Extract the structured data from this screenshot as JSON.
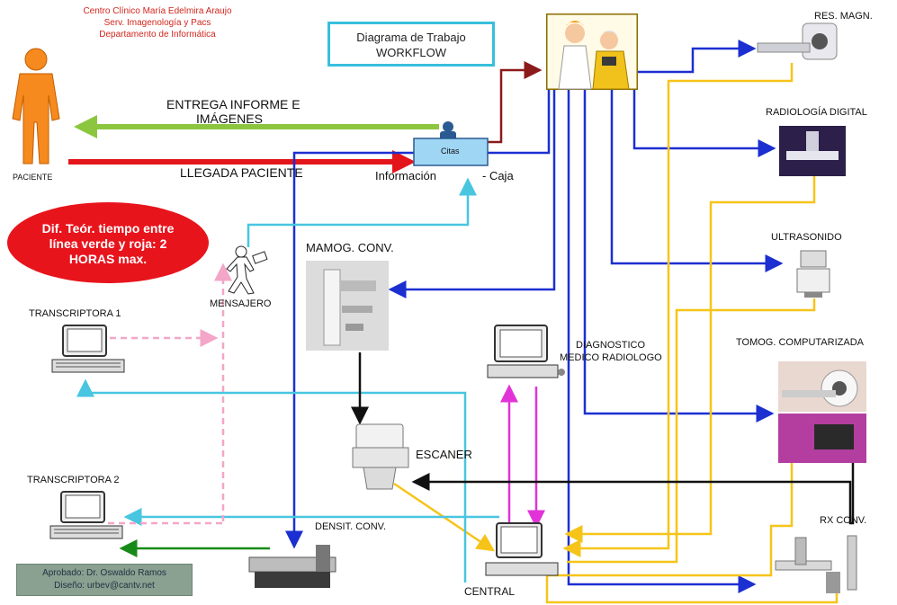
{
  "header": {
    "lines": [
      "Centro Clínico María Edelmira Araujo",
      "Serv. Imagenología y Pacs",
      "Departamento de Informática"
    ]
  },
  "title_box": {
    "line1": "Diagrama de Trabajo",
    "line2": "WORKFLOW"
  },
  "patient": {
    "label": "PACIENTE"
  },
  "arrows": {
    "green_line1": "ENTREGA INFORME E",
    "green_line2": "IMÁGENES",
    "red": "LLEGADA PACIENTE"
  },
  "reception": {
    "desk_label": "Citas",
    "label_left": "Información",
    "label_right": "- Caja"
  },
  "note": {
    "line1": "Dif. Teór. tiempo entre",
    "line2": "línea verde y roja: 2",
    "line3": "HORAS max."
  },
  "nodes": {
    "messenger": "MENSAJERO",
    "transcriptora1": "TRANSCRIPTORA 1",
    "transcriptora2": "TRANSCRIPTORA 2",
    "mamog": "MAMOG. CONV.",
    "scanner": "ESCANER",
    "densit": "DENSIT. CONV.",
    "diag_line1": "DIAGNOSTICO",
    "diag_line2": "MEDICO RADIOLOGO",
    "central": "CENTRAL",
    "res_magn": "RES. MAGN.",
    "rad_digital": "RADIOLOGÍA DIGITAL",
    "ultrasonido": "ULTRASONIDO",
    "tomog": "TOMOG. COMPUTARIZADA",
    "rx_conv": "RX CONV."
  },
  "credit": {
    "line1": "Aprobado: Dr. Oswaldo Ramos",
    "line2": "Diseño: urbev@cantv.net"
  },
  "colors": {
    "green": "#8cc63f",
    "red": "#e3151a",
    "blue": "#1c2fd1",
    "yellow": "#f6c419",
    "cyan": "#48c6e0",
    "magenta": "#e233d8",
    "pink": "#f4a6c8",
    "black": "#111111",
    "darkred": "#8b1a1a",
    "darkgreen": "#188a18"
  },
  "icons": [
    "person-icon",
    "reception-desk-icon",
    "nurse-clipart-icon",
    "messenger-icon",
    "computer-icon",
    "mri-icon",
    "xray-table-icon",
    "ultrasound-icon",
    "ct-scanner-icon",
    "mammography-icon",
    "scanner-icon",
    "densitometer-icon",
    "rx-icon"
  ]
}
